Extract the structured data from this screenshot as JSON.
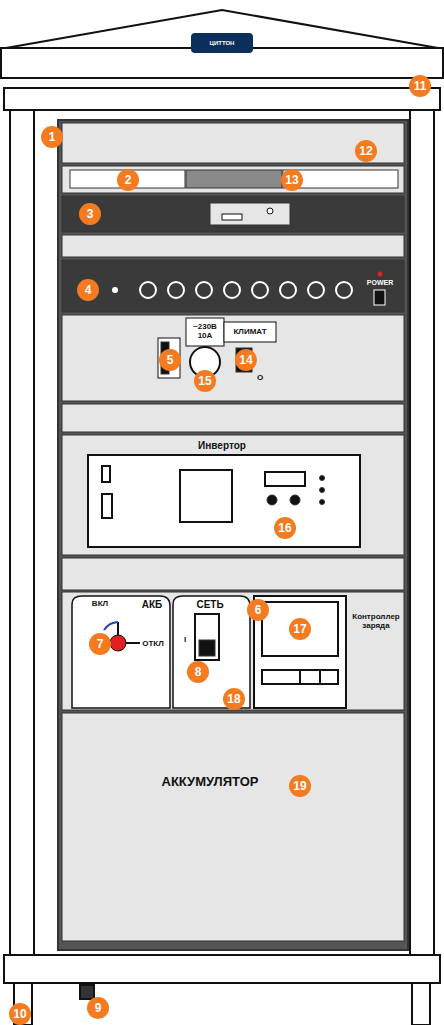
{
  "diagram": {
    "labels": [
      "ЦИТТОН",
      "11",
      "1",
      "12",
      "2",
      "13",
      "3",
      "4",
      "POWER",
      "~230В 10А",
      "КЛИМАТ",
      "5",
      "14",
      "15",
      "О",
      "Инвертор",
      "16",
      "ВКЛ",
      "АКБ",
      "СЕТЬ",
      "6",
      "7",
      "ОТКЛ",
      "17",
      "Контроллер заряда",
      "I",
      "8",
      "18",
      "19",
      "АККУМУЛЯТОР",
      "9",
      "10"
    ]
  }
}
